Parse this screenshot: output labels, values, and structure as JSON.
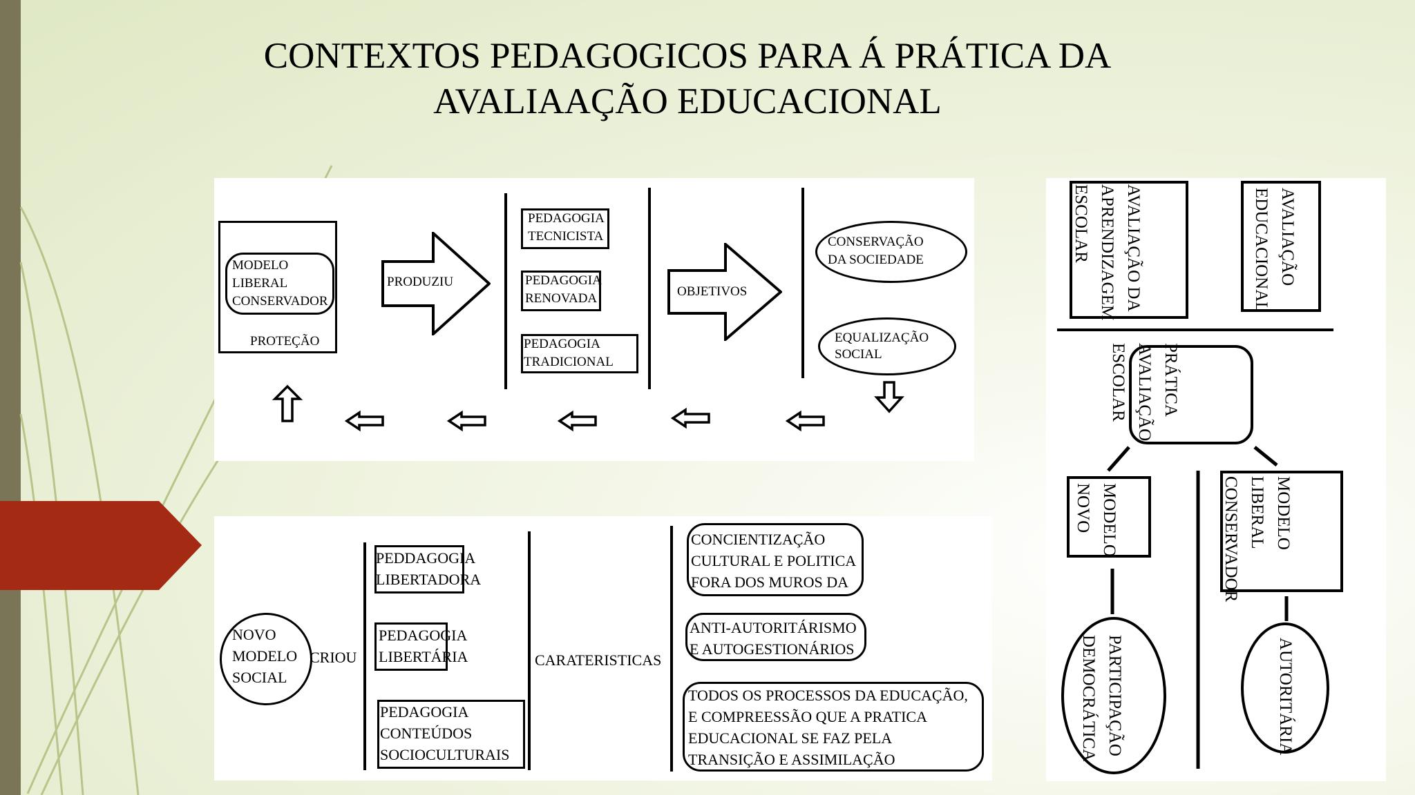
{
  "slide": {
    "title_line1": "CONTEXTOS PEDAGOGICOS PARA Á PRÁTICA DA",
    "title_line2": "AVALIAAÇÃO EDUCACIONAL"
  },
  "colors": {
    "left_bar": "#7a7556",
    "red_arrow": "#a52a14",
    "background": "#e4ebcc"
  },
  "top_diagram": {
    "modelo": "MODELO\nLIBERAL\nCONSERVADOR",
    "protecao": "PROTEÇÃO",
    "produziu": "PRODUZIU",
    "ped1": "PEDAGOGIA\nTECNICISTA",
    "ped2": "PEDAGOGIA\nRENOVADA",
    "ped3": "PEDAGOGIA\nTRADICIONAL",
    "objetivos": "OBJETIVOS",
    "conservacao": "CONSERVAÇÃO\nDA SOCIEDADE",
    "equalizacao": "EQUALIZAÇÃO\nSOCIAL"
  },
  "bottom_diagram": {
    "novo": "NOVO\nMODELO\nSOCIAL",
    "criou": "CRIOU",
    "ped1": "PEDDAGOGIA\nLIBERTADORA",
    "ped2": "PEDAGOGIA\nLIBERTÁRIA",
    "ped3": "PEDAGOGIA\nCONTEÚDOS\nSOCIOCULTURAIS",
    "carac": "CARATERISTICAS",
    "c1": "CONCIENTIZAÇÃO\nCULTURAL E POLITICA\nFORA DOS MUROS DA",
    "c2": "ANTI-AUTORITÁRISMO\nE AUTOGESTIONÁRIOS",
    "c3": "TODOS OS PROCESSOS DA EDUCAÇÃO,\nE COMPREESSÃO QUE A PRATICA\nEDUCACIONAL SE FAZ PELA\nTRANSIÇÃO E ASSIMILAÇÃO"
  },
  "right_diagram": {
    "aval_aprend": "AVALIAÇÃO DA\nAPRENDIZAGEM\nESCOLAR",
    "aval_educ": "AVALIAÇÃO\nEDUCACIONAL",
    "pratica": "PRÁTICA\nAVALIAÇÃO\nESCOLAR",
    "novo_modelo": "MODELO\nNOVO",
    "liberal": "MODELO\nLIBERAL\nCONSERVADOR",
    "participacao": "PARTICIPAÇÃO\nDEMOCRÁTICA",
    "autoritaria": "AUTORITÁRIA"
  }
}
